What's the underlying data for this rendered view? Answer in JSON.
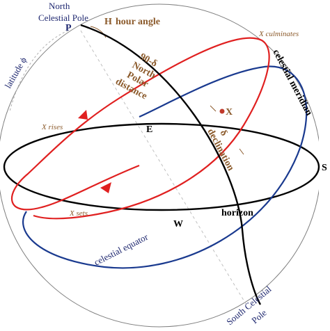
{
  "colors": {
    "sphere": "#7f7f7f",
    "horizon": "#000000",
    "meridian": "#000000",
    "equator": "#1a3a8f",
    "star_path": "#e02020",
    "label_navy": "#1f2870",
    "label_brown": "#8b5a2b",
    "guide": "#b0b0b0"
  },
  "labels": {
    "north_pole_1": "North",
    "north_pole_2": "Celestial Pole",
    "p": "P",
    "h": "H",
    "hour_angle": "hour angle",
    "latitude": "latitude ϕ",
    "x_culminates": "X culminates",
    "celestial_meridian": "celestial meridian",
    "npd_1": "90-δ",
    "npd_2": "North",
    "npd_3": "Polar",
    "npd_4": "distance",
    "x_rises": "X rises",
    "e": "E",
    "x": "X",
    "delta": "δ",
    "declination": "declination",
    "s": "S",
    "x_sets": "X sets",
    "w": "W",
    "horizon": "horizon",
    "celestial_equator": "celestial equator",
    "south_pole_1": "South Celestial",
    "south_pole_2": "Pole"
  },
  "icons": {
    "arrow": "arrowhead-icon",
    "star": "star-point-icon"
  }
}
